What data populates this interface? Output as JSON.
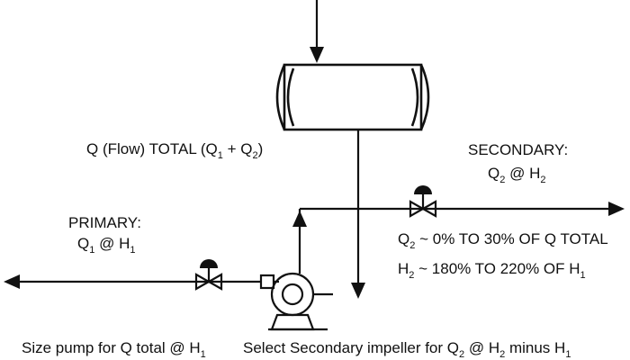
{
  "labels": {
    "flow_total": {
      "prefix": "Q (Flow) TOTAL (Q",
      "sub1": "1",
      "mid": " + Q",
      "sub2": "2",
      "suffix": ")"
    },
    "secondary": {
      "title": "SECONDARY:",
      "q": "Q",
      "q_sub": "2",
      "at": " @ H",
      "h_sub": "2"
    },
    "primary": {
      "title": "PRIMARY:",
      "q": "Q",
      "q_sub": "1",
      "at": " @ H",
      "h_sub": "1"
    },
    "q2_range": {
      "q": "Q",
      "q_sub": "2",
      "text": " ~ 0% TO 30% OF Q TOTAL"
    },
    "h2_range": {
      "h": "H",
      "h_sub": "2",
      "text": " ~ 180% TO 220% OF H",
      "h1_sub": "1"
    },
    "pump_note": {
      "text": "Size pump for Q total @ H",
      "sub": "1"
    },
    "impeller_note": {
      "text": "Select Secondary impeller for Q",
      "q_sub": "2",
      "at": " @ H",
      "h_sub": "2",
      "tail": " minus H",
      "tail_sub": "1"
    }
  }
}
